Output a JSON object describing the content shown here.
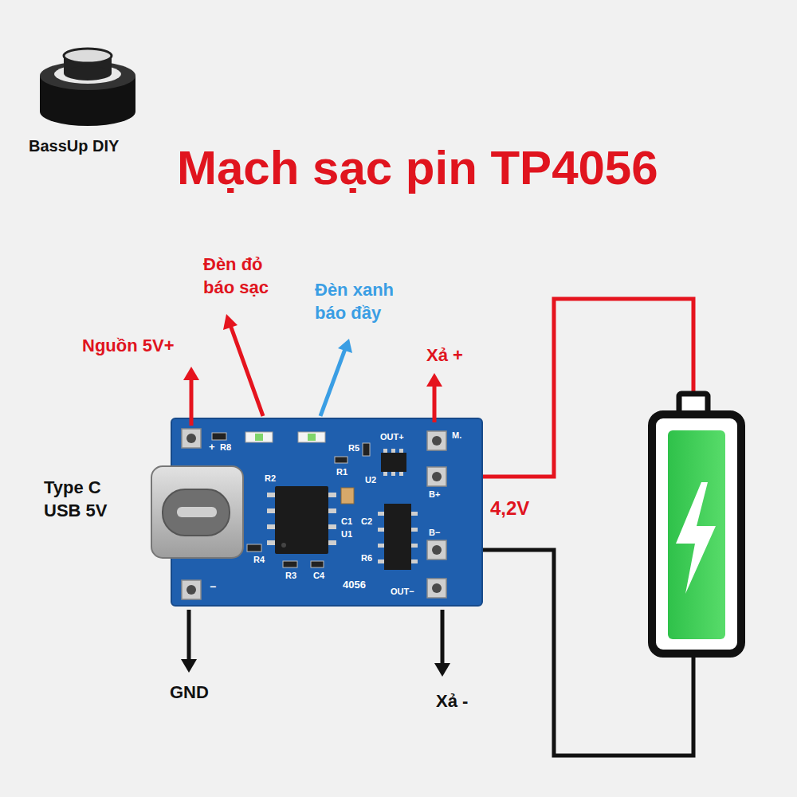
{
  "diagram": {
    "title": "Mạch sạc pin TP4056",
    "nodes": [
      {
        "text": [
          "+",
          "R8",
          "R5",
          "OUT+",
          "M.",
          "R2",
          "R1",
          "U2",
          "B+",
          "C2",
          "C1",
          "U1",
          "B−",
          "R6",
          "R4",
          "R3",
          "C4",
          "4056",
          "OUT−",
          "−"
        ]
      }
    ],
    "labels": [
      "BassUp DIY",
      "Nguồn 5V+",
      "Đèn đỏ báo sạc",
      "Đèn xanh báo đầy",
      "Xả +",
      "Type C USB 5V",
      "4,2V",
      "GND",
      "Xả -"
    ]
  }
}
